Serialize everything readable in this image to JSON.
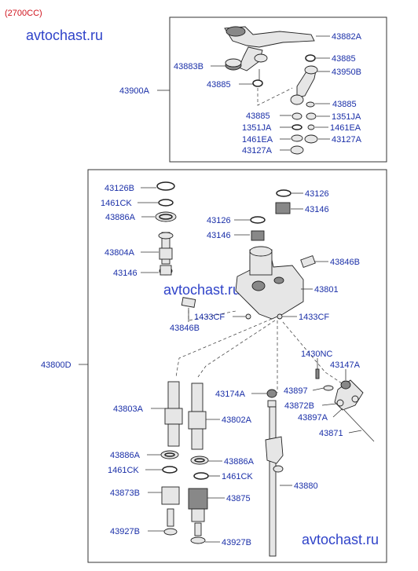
{
  "header": {
    "engine_label": "(2700CC)"
  },
  "watermark": "avtochast.ru",
  "groups": [
    {
      "number": "43900A"
    },
    {
      "number": "43800D"
    }
  ],
  "labels": [
    "43882A",
    "43885",
    "43883B",
    "43950B",
    "43885",
    "43885",
    "43885",
    "1351JA",
    "1351JA",
    "1461EA",
    "1461EA",
    "43127A",
    "43127A",
    "43126B",
    "43126",
    "1461CK",
    "43146",
    "43886A",
    "43126",
    "43146",
    "43804A",
    "43846B",
    "43146",
    "43801",
    "1433CF",
    "1433CF",
    "43846B",
    "1430NC",
    "43147A",
    "43174A",
    "43897",
    "43803A",
    "43872B",
    "43802A",
    "43897A",
    "43871",
    "43886A",
    "43886A",
    "1461CK",
    "1461CK",
    "43880",
    "43873B",
    "43875",
    "43927B",
    "43927B"
  ]
}
